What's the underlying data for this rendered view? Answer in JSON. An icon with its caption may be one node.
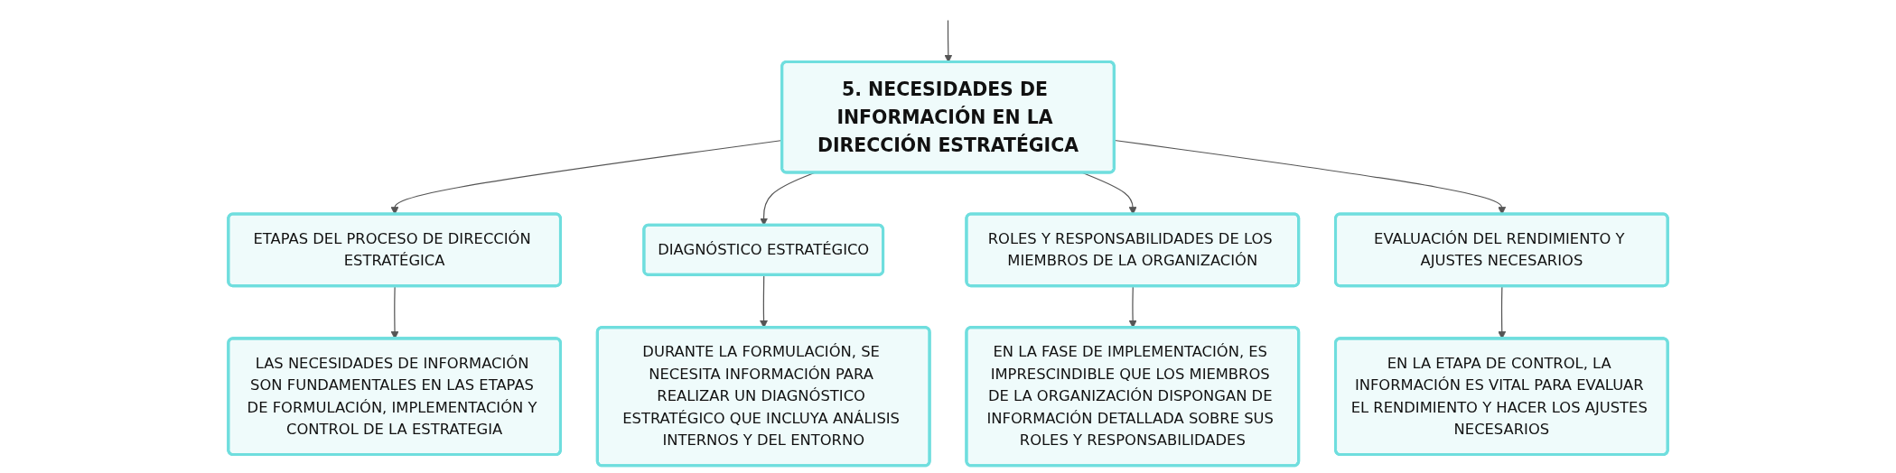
{
  "diagram": {
    "nodes": [
      {
        "text": [
          "5. NECESIDADES DE INFORMACIÓN EN LA DIRECCIÓN ESTRATÉGICA"
        ]
      },
      {
        "text": [
          "ETAPAS DEL PROCESO DE DIRECCIÓN ESTRATÉGICA"
        ]
      },
      {
        "text": [
          "DIAGNÓSTICO ESTRATÉGICO"
        ]
      },
      {
        "text": [
          "ROLES Y RESPONSABILIDADES DE LOS MIEMBROS DE LA ORGANIZACIÓN"
        ]
      },
      {
        "text": [
          "EVALUACIÓN DEL RENDIMIENTO Y AJUSTES NECESARIOS"
        ]
      },
      {
        "text": [
          "LAS NECESIDADES DE INFORMACIÓN SON FUNDAMENTALES EN LAS ETAPAS DE FORMULACIÓN, IMPLEMENTACIÓN Y CONTROL DE LA ESTRATEGIA"
        ]
      },
      {
        "text": [
          "DURANTE LA FORMULACIÓN, SE NECESITA INFORMACIÓN PARA REALIZAR UN DIAGNÓSTICO ESTRATÉGICO QUE INCLUYA ANÁLISIS INTERNOS Y DEL ENTORNO"
        ]
      },
      {
        "text": [
          "EN LA FASE DE IMPLEMENTACIÓN, ES IMPRESCINDIBLE QUE LOS MIEMBROS DE LA ORGANIZACIÓN DISPONGAN DE INFORMACIÓN DETALLADA SOBRE SUS ROLES Y RESPONSABILIDADES"
        ]
      },
      {
        "text": [
          "EN LA ETAPA DE CONTROL, LA INFORMACIÓN ES VITAL PARA EVALUAR EL RENDIMIENTO Y HACER LOS AJUSTES NECESARIOS"
        ]
      }
    ],
    "edges": [
      {
        "from": null,
        "to": 0,
        "arrow": "to"
      },
      {
        "from": 0,
        "to": 1,
        "arrow": "to"
      },
      {
        "from": 0,
        "to": 2,
        "arrow": "to"
      },
      {
        "from": 0,
        "to": 3,
        "arrow": "to"
      },
      {
        "from": 0,
        "to": 4,
        "arrow": "to"
      },
      {
        "from": 1,
        "to": 5,
        "arrow": "to"
      },
      {
        "from": 2,
        "to": 6,
        "arrow": "to"
      },
      {
        "from": 3,
        "to": 7,
        "arrow": "to"
      },
      {
        "from": 4,
        "to": 8,
        "arrow": "to"
      }
    ]
  }
}
